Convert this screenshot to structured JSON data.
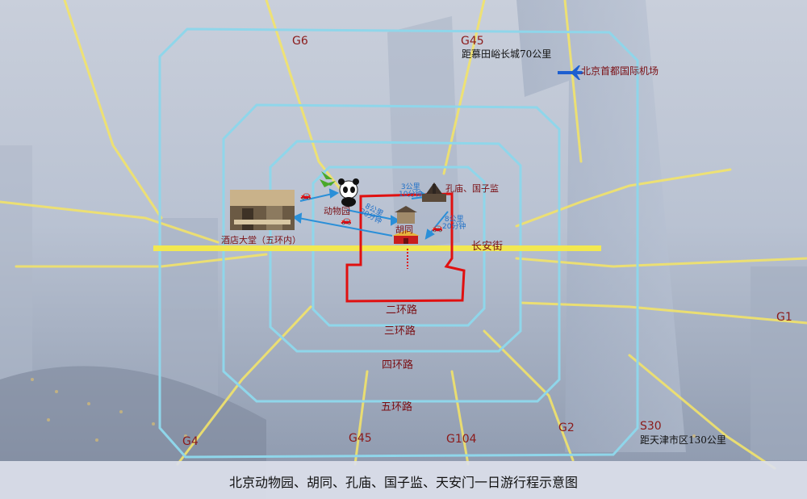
{
  "caption": "北京动物园、胡同、孔庙、国子监、天安门一日游行程示意图",
  "roads": {
    "g6": "G6",
    "g45_top": "G45",
    "g45_bottom": "G45",
    "g1": "G1",
    "g2": "G2",
    "g4": "G4",
    "g104": "G104",
    "s30": "S30"
  },
  "rings": {
    "ring2": "二环路",
    "ring3": "三环路",
    "ring4": "四环路",
    "ring5": "五环路"
  },
  "streets": {
    "changan": "长安街"
  },
  "places": {
    "zoo": "动物园",
    "hutong": "胡同",
    "temple": "孔庙、国子监",
    "hotel": "酒店大堂（五环内）",
    "airport": "北京首都国际机场"
  },
  "info": {
    "great_wall": "距慕田峪长城70公里",
    "tianjin": "距天津市区130公里"
  },
  "routes": {
    "zoo_hutong_distance": "8公里",
    "zoo_hutong_time": "20分钟",
    "hutong_temple_distance": "3公里",
    "hutong_temple_time": "10分钟",
    "temple_hutong_distance": "8公里",
    "temple_hutong_time": "20分钟"
  },
  "colors": {
    "ring_road": "#8fd6ea",
    "expressway": "#f2e36a",
    "second_ring": "#e01010",
    "route_arrow": "#2a8fd8",
    "label_red": "#7a0f14"
  },
  "icons": [
    "airplane-icon",
    "car-icon",
    "panda-icon",
    "bamboo-icon",
    "temple-icon",
    "tiananmen-icon",
    "hotel-photo-icon"
  ]
}
